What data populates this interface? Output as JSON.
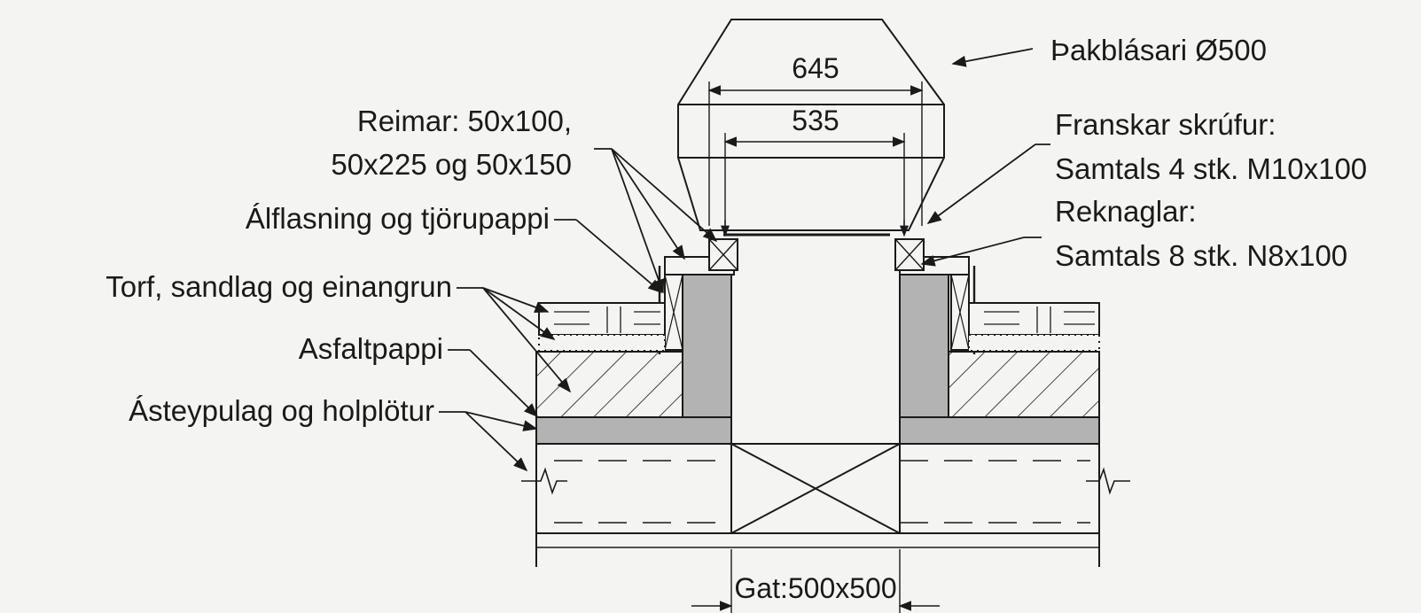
{
  "labels": {
    "fan": "Þakblásari Ø500",
    "beams_line1": "Reimar:  50x100,",
    "beams_line2": "50x225 og 50x150",
    "flashing": "Álflasning og tjörupappi",
    "layers": "Torf, sandlag og einangrun",
    "asphalt": "Asfaltpappi",
    "concrete": "Ásteypulag og holplötur",
    "bolts_line1": "Franskar skrúfur:",
    "bolts_line2": "Samtals 4 stk.  M10x100",
    "nails_line1": "Reknaglar:",
    "nails_line2": "Samtals 8 stk.  N8x100"
  },
  "dimensions": {
    "outer": "645",
    "inner": "535",
    "opening": "Gat:500x500"
  },
  "colors": {
    "ink": "#1a1a1a",
    "concrete": "#b3b3b3",
    "paper": "#f4f4f2"
  }
}
